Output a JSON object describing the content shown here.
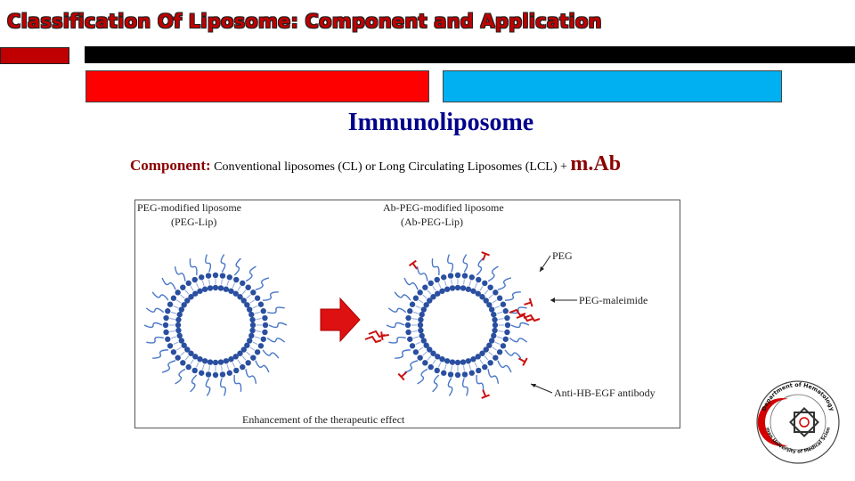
{
  "slide": {
    "title": "Classification Of Liposome: Component and Application",
    "heading": "Immunoliposome",
    "component_label": "Component:",
    "component_text": " Conventional liposomes (CL) or Long Circulating Liposomes (LCL) + ",
    "component_mab": "m.Ab"
  },
  "figure": {
    "left_title": "PEG-modified liposome",
    "left_subtitle": "(PEG-Lip)",
    "right_title": "Ab-PEG-modified liposome",
    "right_subtitle": "(Ab-PEG-Lip)",
    "label_peg": "PEG",
    "label_maleimide": "PEG-maleimide",
    "label_antibody": "Anti-HB-EGF  antibody",
    "caption": "Enhancement of the therapeutic  effect"
  },
  "logo": {
    "top_text": "Department of Hematology",
    "bottom_text": "Kerman University of Medical Sciences"
  },
  "colors": {
    "title_red": "#c00000",
    "heading_blue": "#00008b",
    "bar_red": "#ff0000",
    "bar_blue": "#00b0f0",
    "label_darkred": "#8b0000",
    "liposome_blue": "#2a4fa0",
    "antibody_red": "#cc1111"
  }
}
